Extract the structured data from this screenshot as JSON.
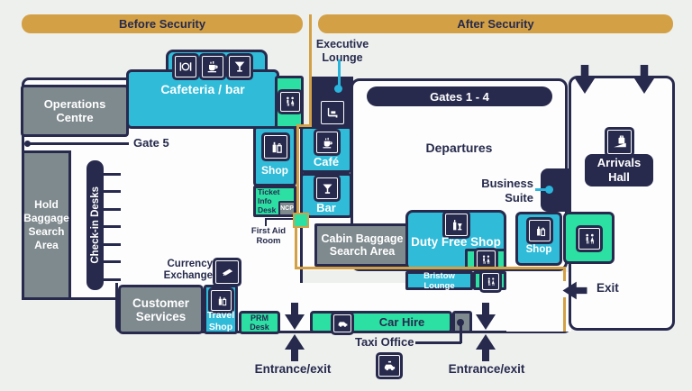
{
  "title": "Airport terminal map",
  "colors": {
    "background": "#eef0ee",
    "navy": "#272a4d",
    "gold": "#d3a045",
    "cyan": "#30bbd8",
    "green": "#2ce0a4",
    "gray": "#7f8a8e",
    "white": "#fcfdfc",
    "pointer_cyan": "#2ab5dc"
  },
  "banners": {
    "before": "Before Security",
    "after": "After Security"
  },
  "landside": {
    "operations_centre": "Operations\nCentre",
    "cafeteria": "Cafeteria / bar",
    "gate5": "Gate 5",
    "hold_baggage": "Hold\nBaggage\nSearch\nArea",
    "checkin_desks": "Check-in Desks",
    "shop": "Shop",
    "ticket_info_desk": "Ticket\nInfo\nDesk",
    "ncp": "NCP",
    "first_aid_room": "First Aid\nRoom",
    "currency_exchange": "Currency\nExchange",
    "customer_services": "Customer\nServices",
    "travel_shop": "Travel\nShop",
    "prm_desk": "PRM\nDesk",
    "car_hire": "Car Hire",
    "taxi_office": "Taxi Office",
    "entrance_exit_left": "Entrance/exit",
    "entrance_exit_right": "Entrance/exit"
  },
  "airside": {
    "executive_lounge": "Executive\nLounge",
    "cafe": "Café",
    "bar": "Bar",
    "cabin_baggage": "Cabin Baggage\nSearch Area",
    "gates": "Gates 1 - 4",
    "departures": "Departures",
    "business_suite": "Business\nSuite",
    "duty_free": "Duty Free Shop",
    "shop": "Shop",
    "bristow_lounge": "Bristow Lounge",
    "arrivals_hall": "Arrivals\nHall",
    "exit": "Exit"
  }
}
